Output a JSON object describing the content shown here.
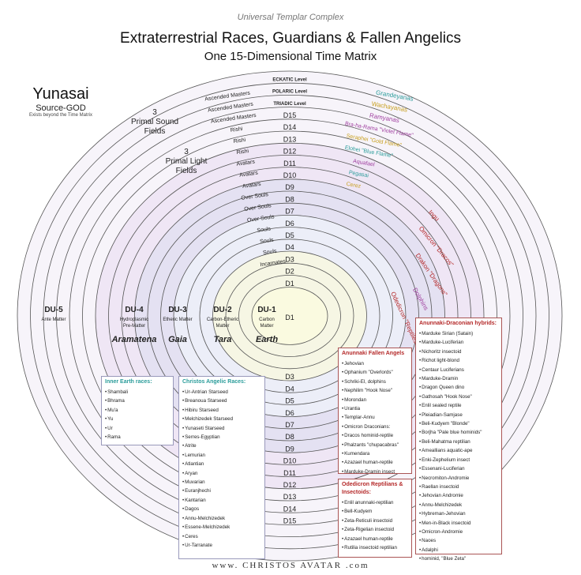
{
  "header": {
    "super": "Universal Templar Complex",
    "title": "Extraterrestrial Races, Guardians & Fallen Angelics",
    "subtitle": "One 15-Dimensional Time Matrix"
  },
  "source": {
    "name": "Yunasai",
    "sub": "Source-GOD",
    "note": "Exists beyond the Time Matrix"
  },
  "fields": {
    "sound": [
      "3",
      "Primal Sound",
      "Fields"
    ],
    "light": [
      "3",
      "Primal Light",
      "Fields"
    ]
  },
  "levels": [
    "ECKATIC Level",
    "POLARIC Level",
    "TRIADIC Level"
  ],
  "dims_top": [
    "D15",
    "D14",
    "D13",
    "D12",
    "D11",
    "D10",
    "D9",
    "D8",
    "D7",
    "D6",
    "D5",
    "D4",
    "D3",
    "D2",
    "D1"
  ],
  "dims_bottom": [
    "D3",
    "D4",
    "D5",
    "D6",
    "D7",
    "D8",
    "D9",
    "D10",
    "D11",
    "D12",
    "D13",
    "D14",
    "D15"
  ],
  "left_labels": [
    "Ascended Masters",
    "Ascended Masters",
    "Ascended Masters",
    "Rishi",
    "Rishi",
    "Rishi",
    "Avatars",
    "Avatars",
    "Avatars",
    "Over Souls",
    "Over Souls",
    "Over Souls",
    "Souls",
    "Souls",
    "Souls",
    "Incarnates"
  ],
  "right_races": [
    {
      "name": "Grandeyanas",
      "color": "#2a9c9a"
    },
    {
      "name": "Wachayanas",
      "color": "#c8a020"
    },
    {
      "name": "Ramyanas",
      "color": "#a040a0"
    },
    {
      "name": "Bra-ha-Rama \"Violet Flame\"",
      "color": "#a040a0"
    },
    {
      "name": "Seraphei \"Gold Flame\"",
      "color": "#c8a020"
    },
    {
      "name": "Elohei \"Blue Flame\"",
      "color": "#2a9c9a"
    },
    {
      "name": "Aquafael",
      "color": "#a040a0"
    },
    {
      "name": "Pegasai",
      "color": "#2a9c9a"
    },
    {
      "name": "Cerez",
      "color": "#c8a020"
    }
  ],
  "harmonic_labels": [
    {
      "name": "Ingu",
      "color": "#b42828"
    },
    {
      "name": "Omicron \"Dracos\"",
      "color": "#b42828"
    },
    {
      "name": "Drakon \"Dragons\"",
      "color": "#b42828"
    },
    {
      "name": "Dolphins",
      "color": "#a040a0"
    },
    {
      "name": "Odedicron \"Reptiles\"",
      "color": "#b42828"
    }
  ],
  "du": [
    {
      "id": "DU-5",
      "sub": [
        "Ante Matter"
      ],
      "planet": ""
    },
    {
      "id": "DU-4",
      "sub": [
        "Hydroplasmic",
        "Pre-Matter"
      ],
      "planet": "Aramatena"
    },
    {
      "id": "DU-3",
      "sub": [
        "Etheric Matter"
      ],
      "planet": "Gaia"
    },
    {
      "id": "DU-2",
      "sub": [
        "Carbon-Etheric",
        "Matter"
      ],
      "planet": "Tara"
    },
    {
      "id": "DU-1",
      "sub": [
        "Carbon",
        "Matter"
      ],
      "planet": "Earth"
    }
  ],
  "boxes": {
    "inner_earth": {
      "title": "Inner Earth races:",
      "items": [
        "Shambali",
        "Bhrama",
        "Mu'a",
        "Yu",
        "Ur",
        "Rama"
      ]
    },
    "christos": {
      "title": "Christos Angelic Races:",
      "items": [
        "Ur-Antrian Starseed",
        "Breanoua Starseed",
        "Hibiru Starseed",
        "Melchizedek Starseed",
        "Yunaseti Starseed",
        "Serres-Egyptian",
        "Atrite",
        "Lemurian",
        "Atlantian",
        "Aryan",
        "Muvarian",
        "Euranjhechi",
        "Kantarian",
        "Dagos",
        "Annu-Melchizedek",
        "Essene-Melchizedek",
        "Ceres",
        "Ur-Tarranate"
      ]
    },
    "fallen": {
      "title": "Anunnaki Fallen Angels",
      "items": [
        "Jehovian",
        "Ophanium \"Overlords\"",
        "Schriki-El, dolphins",
        "Nephilim \"Hook Nose\"",
        "Morondan",
        "Urantia",
        "Templar-Annu",
        "Omicron Draconians:",
        "Dracos hominid-reptile",
        "Phalzants \"chupacabras\"",
        "Kumendara",
        "Azazael human-reptile",
        "Marduke-Dramin insect"
      ]
    },
    "odedicron": {
      "title": "Odedicron Reptilians & Insectoids:",
      "items": [
        "Enlil anunnaki-reptilian",
        "Bell-Kudyem",
        "Zeta-Reticuli insectoid",
        "Zeta-Rigelian insectoid",
        "Azazael human-reptile",
        "Rutilia insectoid reptilian"
      ]
    },
    "anunnaki": {
      "title": "Anunnaki-Draconian hybrids:",
      "items": [
        "Marduke Sirian (Satain)",
        "Marduke-Luciferian",
        "Nichoritz insectoid",
        "Richot light-blond",
        "Centaur Luciferians",
        "Marduke-Dramin",
        "Dragon Queen dino",
        "Gathosah \"Hook Nose\"",
        "Enlil sealed reptile",
        "Pleiadian-Samjase",
        "Beli-Kudyem \"Blonde\"",
        "Borjha \"Pale blue hominids\"",
        "Beli-Mahatma reptilian",
        "Ameallians aquatic-ape",
        "Enki-Zephelium insect",
        "Essenani-Luciferian",
        "Necromiton-Andromie",
        "Raellan insectoid",
        "Jehovian Andromie",
        "Annu-Melchizedek",
        "Hybreman-Jehovian",
        "Men-in-Black insectoid",
        "Omicron-Andromie",
        "Naoes",
        "Adalphi",
        "hominid, \"Blue Zeta\""
      ]
    }
  },
  "footer": {
    "text": "www. CHRISTOS AVATAR .com"
  },
  "colors": {
    "ring_du5": "#f7f4fa",
    "ring_du4": "#efe6f5",
    "ring_du3": "#e4e1f2",
    "ring_du2": "#eceef8",
    "ring_du1": "#f6f6e4",
    "center": "#fafae0",
    "stroke": "#555555"
  }
}
